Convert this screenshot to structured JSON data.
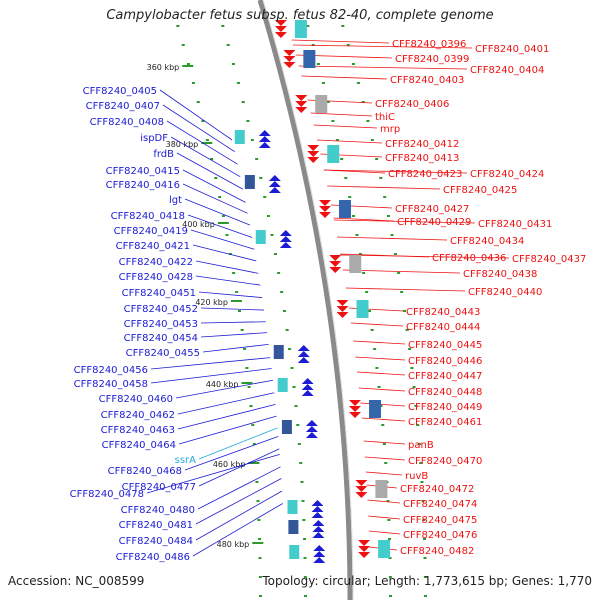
{
  "title": "Campylobacter fetus subsp. fetus 82-40, complete genome",
  "accession": "Accession: NC_008599",
  "topology": "Topology: circular; Length: 1,773,615 bp; Genes: 1,770",
  "colors": {
    "forward": "#1c1cd4",
    "reverse": "#ee1111",
    "rna": "#22aadd",
    "backbone": "#8a8a8a",
    "tick": "#2a9a2a"
  },
  "ticks": [
    "360 kbp",
    "380 kbp",
    "400 kbp",
    "420 kbp",
    "440 kbp",
    "460 kbp",
    "480 kbp"
  ],
  "left_labels": [
    "CFF8240_0405",
    "CFF8240_0407",
    "CFF8240_0408",
    "ispDF",
    "frdB",
    "CFF8240_0415",
    "CFF8240_0416",
    "lgt",
    "CFF8240_0418",
    "CFF8240_0419",
    "CFF8240_0421",
    "CFF8240_0422",
    "CFF8240_0428",
    "CFF8240_0451",
    "CFF8240_0452",
    "CFF8240_0453",
    "CFF8240_0454",
    "CFF8240_0455",
    "CFF8240_0456",
    "CFF8240_0458",
    "CFF8240_0460",
    "CFF8240_0462",
    "CFF8240_0463",
    "CFF8240_0464",
    "ssrA",
    "CFF8240_0468",
    "CFF8240_0477",
    "CFF8240_0478",
    "CFF8240_0480",
    "CFF8240_0481",
    "CFF8240_0484",
    "CFF8240_0486"
  ],
  "right_labels": [
    "CFF8240_0396",
    "CFF8240_0401",
    "CFF8240_0399",
    "CFF8240_0404",
    "CFF8240_0403",
    "CFF8240_0406",
    "thiC",
    "mrp",
    "CFF8240_0412",
    "CFF8240_0413",
    "CFF8240_0423",
    "CFF8240_0424",
    "CFF8240_0425",
    "CFF8240_0427",
    "CFF8240_0429",
    "CFF8240_0431",
    "CFF8240_0434",
    "CFF8240_0436",
    "CFF8240_0437",
    "CFF8240_0438",
    "CFF8240_0440",
    "CFF8240_0443",
    "CFF8240_0444",
    "CFF8240_0445",
    "CFF8240_0446",
    "CFF8240_0447",
    "CFF8240_0448",
    "CFF8240_0449",
    "CFF8240_0461",
    "panB",
    "CFF8240_0470",
    "ruvB",
    "CFF8240_0472",
    "CFF8240_0474",
    "CFF8240_0475",
    "CFF8240_0476",
    "CFF8240_0482"
  ]
}
